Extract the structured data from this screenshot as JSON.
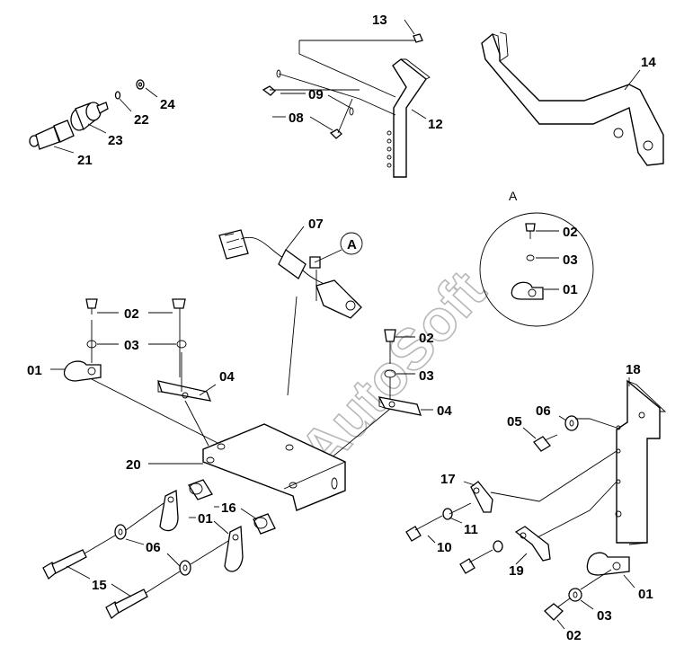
{
  "watermark": "AutoSoft",
  "detail": {
    "view_label": "A",
    "callout_label": "A"
  },
  "labels": {
    "p13": "13",
    "p14": "14",
    "p09": "09",
    "p08": "08",
    "p12": "12",
    "p24": "24",
    "p22": "22",
    "p23": "23",
    "p21": "21",
    "p07": "07",
    "dA02": "02",
    "dA03": "03",
    "dA01": "01",
    "L02": "02",
    "L03": "03",
    "L01": "01",
    "L04": "04",
    "M02": "02",
    "M03": "03",
    "R02": "02",
    "R03": "03",
    "R04": "04",
    "p20": "20",
    "p16": "16",
    "p01b": "01",
    "p06": "06",
    "p15": "15",
    "p18": "18",
    "p05": "05",
    "p06b": "06",
    "p17": "17",
    "p11": "11",
    "p10": "10",
    "p19": "19",
    "p01r": "01",
    "p03r": "03",
    "p02r": "02"
  }
}
